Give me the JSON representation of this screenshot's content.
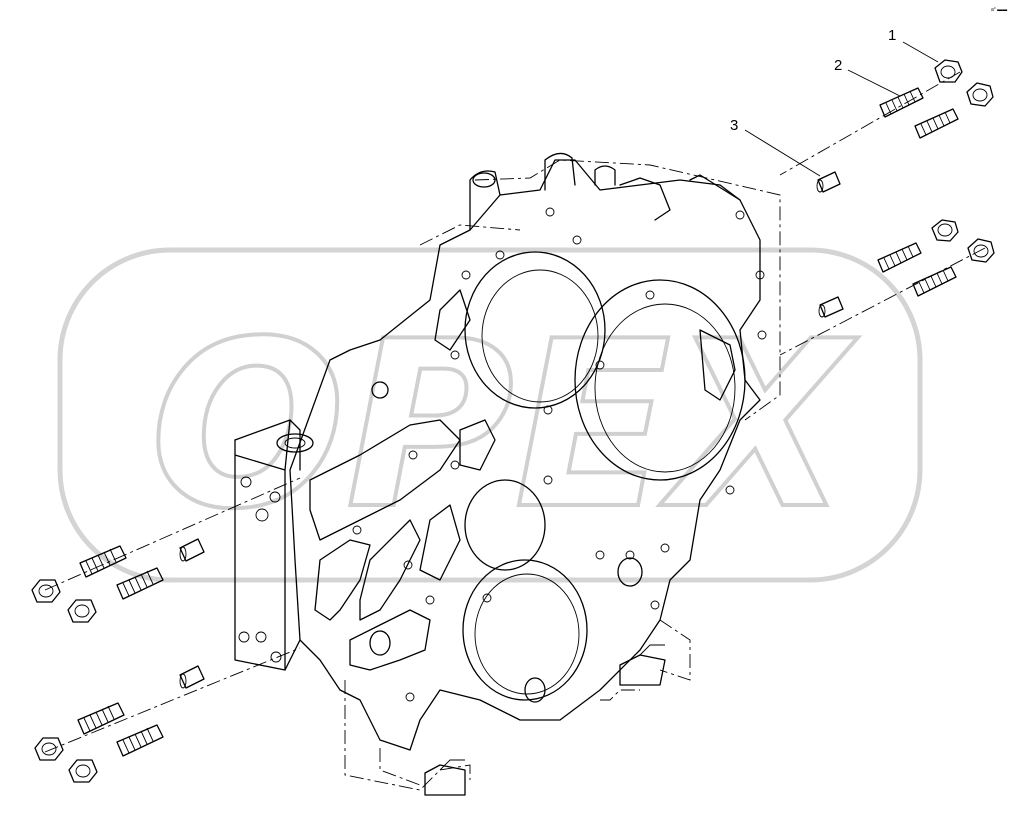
{
  "callouts": [
    {
      "label": "1"
    },
    {
      "label": "2"
    },
    {
      "label": "3"
    }
  ],
  "watermark": {
    "text": "OPEX"
  },
  "corner_code": "a° ▬▬",
  "colors": {
    "line": "#000000",
    "watermark": "#d4d4d4",
    "background": "#ffffff"
  }
}
